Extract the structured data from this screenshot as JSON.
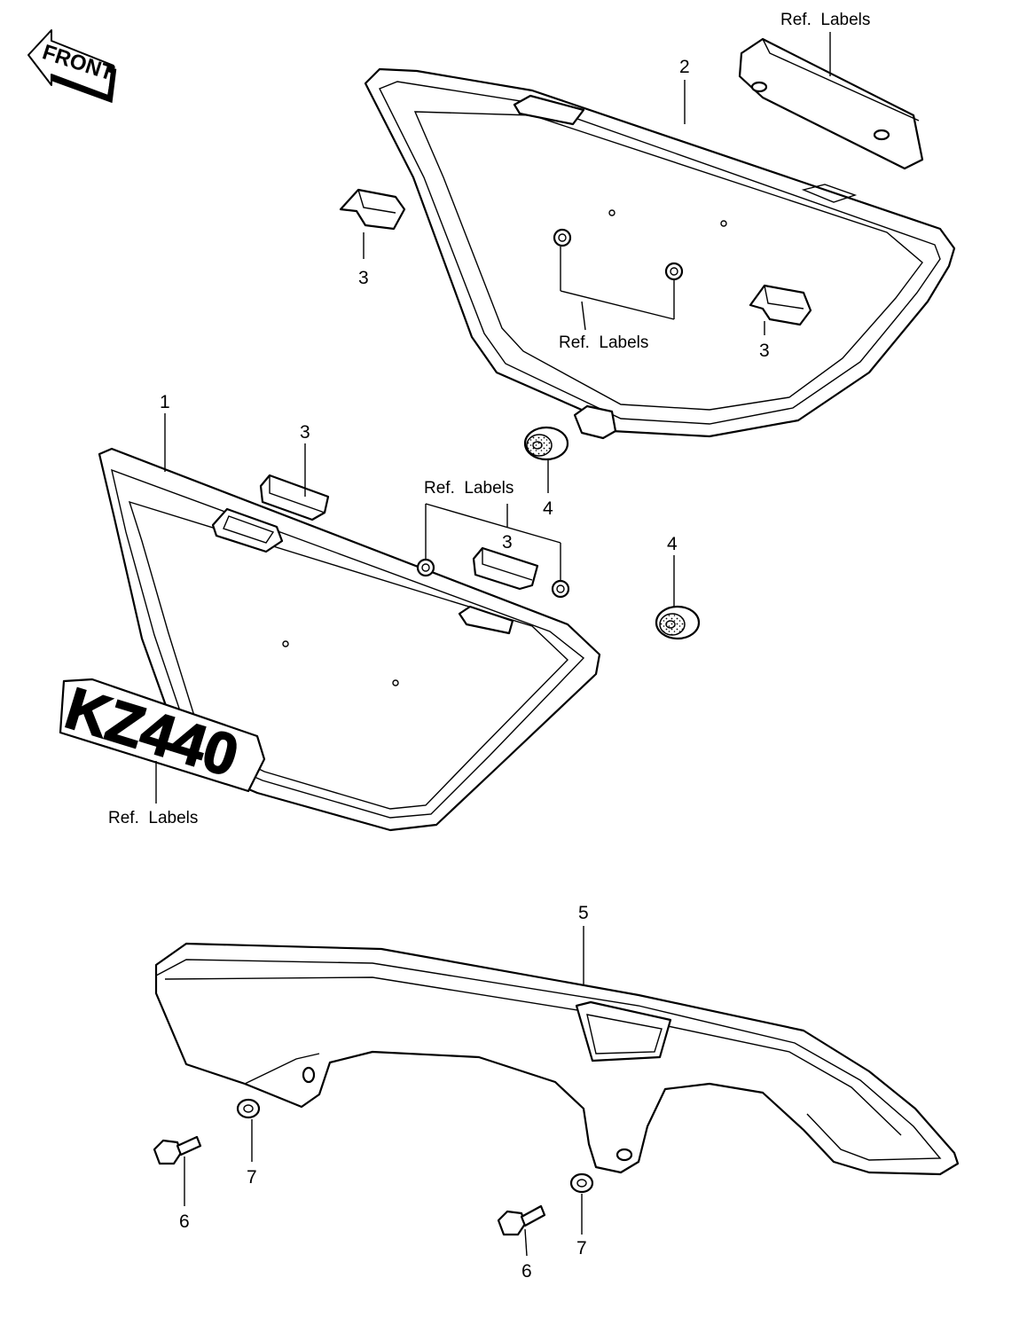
{
  "direction_label": "FRONT",
  "emblem_text": "KZ440",
  "callouts": {
    "side_cover_left": "1",
    "side_cover_right": "2",
    "damper_a": "3",
    "damper_b": "3",
    "damper_c": "3",
    "damper_d": "3",
    "grommet_a": "4",
    "grommet_b": "4",
    "chain_cover": "5",
    "bolt_a": "6",
    "bolt_b": "6",
    "washer_a": "7",
    "washer_b": "7"
  },
  "ref_labels": {
    "top_right": "Ref.  Labels",
    "right_cover": "Ref.  Labels",
    "left_cover": "Ref.  Labels",
    "emblem": "Ref.  Labels"
  }
}
